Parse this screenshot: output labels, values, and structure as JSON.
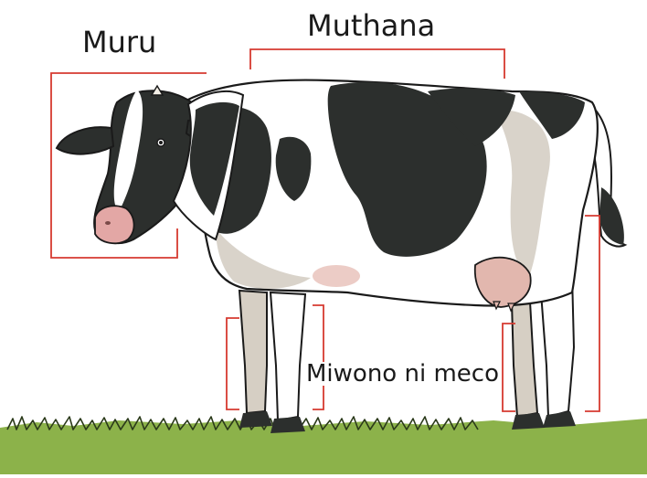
{
  "labels": {
    "head": "Muru",
    "body": "Muthana",
    "legs": "Miwono ni meco"
  },
  "colors": {
    "bracket": "#d63a30",
    "ground": "#8cb24a",
    "grass": "#6e9a32",
    "cow_black": "#2c2f2d",
    "cow_white": "#ffffff",
    "cow_shade": "#cfc8bd",
    "udder_pink": "#d99a92",
    "nose_pink": "#e3a7a5"
  },
  "icons": {
    "subject": "cow-illustration"
  }
}
